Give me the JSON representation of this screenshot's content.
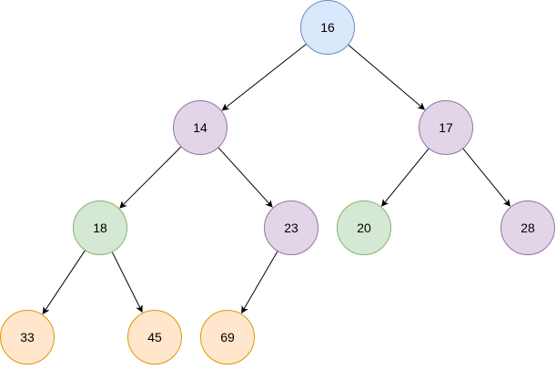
{
  "tree": {
    "nodes": [
      {
        "id": "n16",
        "label": "16",
        "fill": "#dae8fc",
        "stroke": "#6c8ebf"
      },
      {
        "id": "n14",
        "label": "14",
        "fill": "#e1d5e7",
        "stroke": "#9673a6"
      },
      {
        "id": "n17",
        "label": "17",
        "fill": "#e1d5e7",
        "stroke": "#9673a6"
      },
      {
        "id": "n18",
        "label": "18",
        "fill": "#d5e8d4",
        "stroke": "#82b366"
      },
      {
        "id": "n23",
        "label": "23",
        "fill": "#e1d5e7",
        "stroke": "#9673a6"
      },
      {
        "id": "n20",
        "label": "20",
        "fill": "#d5e8d4",
        "stroke": "#82b366"
      },
      {
        "id": "n28",
        "label": "28",
        "fill": "#e1d5e7",
        "stroke": "#9673a6"
      },
      {
        "id": "n33",
        "label": "33",
        "fill": "#ffe6cc",
        "stroke": "#d79b00"
      },
      {
        "id": "n45",
        "label": "45",
        "fill": "#ffe6cc",
        "stroke": "#d79b00"
      },
      {
        "id": "n69",
        "label": "69",
        "fill": "#ffe6cc",
        "stroke": "#d79b00"
      }
    ],
    "edges": [
      {
        "from": "n16",
        "to": "n14"
      },
      {
        "from": "n16",
        "to": "n17"
      },
      {
        "from": "n14",
        "to": "n18"
      },
      {
        "from": "n14",
        "to": "n23"
      },
      {
        "from": "n17",
        "to": "n20"
      },
      {
        "from": "n17",
        "to": "n28"
      },
      {
        "from": "n18",
        "to": "n33"
      },
      {
        "from": "n18",
        "to": "n45"
      },
      {
        "from": "n23",
        "to": "n69"
      }
    ]
  }
}
